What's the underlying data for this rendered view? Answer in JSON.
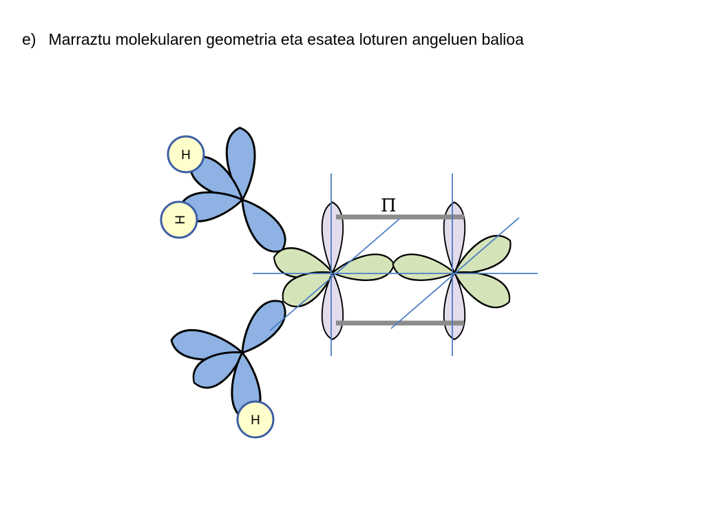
{
  "question": {
    "marker": "e)",
    "text": "Marraztu molekularen geometria eta esatea loturen angeluen balioa"
  },
  "diagram": {
    "pi_label": "Π",
    "hydrogen_labels": [
      "H",
      "H",
      "H"
    ]
  },
  "colors": {
    "sp2_blue": "#8db2e3",
    "sp2_green": "#d5e4b8",
    "pz_lavender": "#e3dcec",
    "axis_blue": "#4a7dc4",
    "pi_bond_gray": "#8c8c8c",
    "hydrogen_fill": "#ffffcc"
  }
}
